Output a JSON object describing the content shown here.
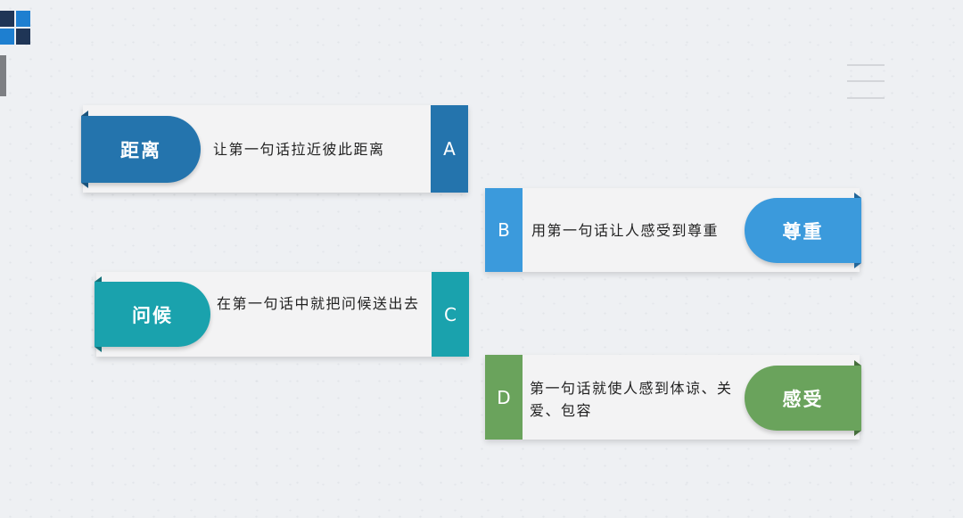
{
  "colors": {
    "blue_dark": "#2474ad",
    "blue_light": "#3b9adc",
    "teal": "#1aa2ad",
    "green": "#6aa35c",
    "logo_navy": "#1f3556",
    "logo_blue": "#1e7fd0"
  },
  "icons": {
    "logo": "four-squares-logo",
    "menu_lines": "three-lines-icon"
  },
  "items": [
    {
      "letter": "A",
      "keyword": "距离",
      "text": "让第一句话拉近彼此距离"
    },
    {
      "letter": "B",
      "keyword": "尊重",
      "text": "用第一句话让人感受到尊重"
    },
    {
      "letter": "C",
      "keyword": "问候",
      "text": "在第一句话中就把问候送出去"
    },
    {
      "letter": "D",
      "keyword": "感受",
      "text": "第一句话就使人感到体谅、关爱、包容"
    }
  ]
}
